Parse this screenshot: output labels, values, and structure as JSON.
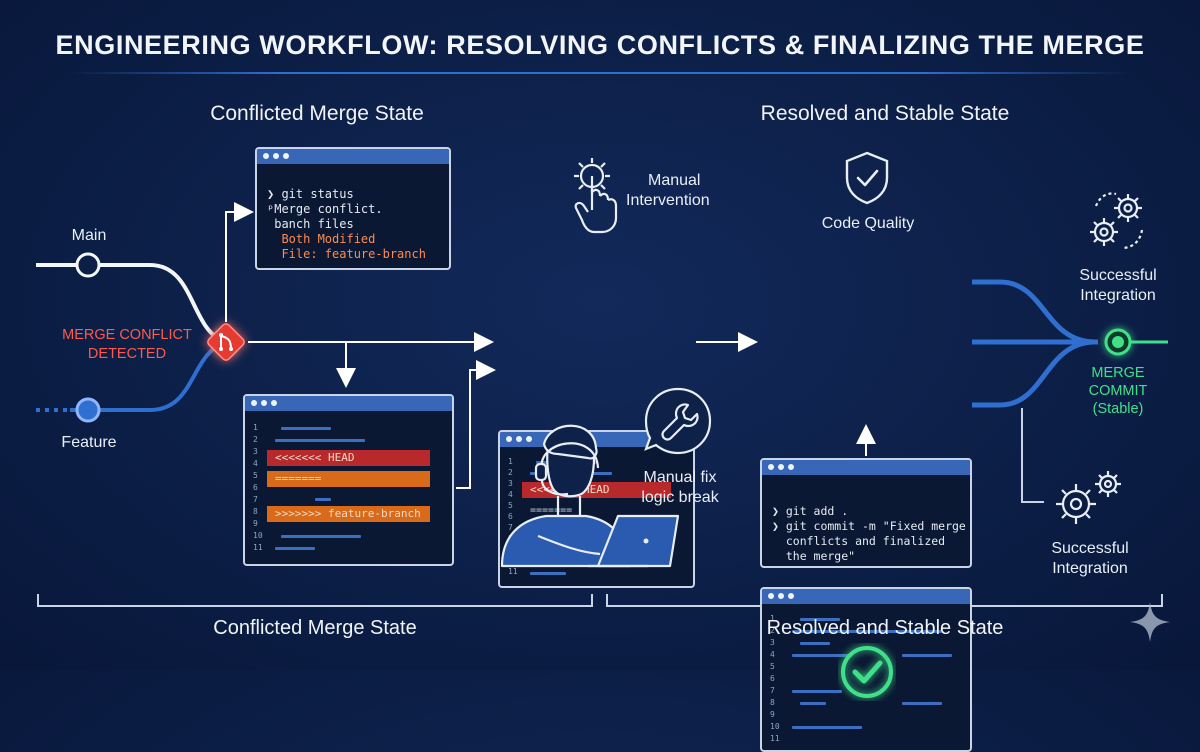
{
  "title": "ENGINEERING WORKFLOW: RESOLVING CONFLICTS & FINALIZING THE MERGE",
  "sections": {
    "left_heading": "Conflicted Merge State",
    "right_heading": "Resolved and Stable State",
    "left_footer": "Conflicted Merge State",
    "right_footer": "Resolved and Stable State"
  },
  "branches": {
    "main": "Main",
    "feature": "Feature",
    "conflict_line1": "MERGE CONFLICT",
    "conflict_line2": "DETECTED"
  },
  "status_terminal": {
    "line1": "❯ git status",
    "line2": "ᵖMerge conflict.",
    "line3": " banch files",
    "line4": "  Both Modified",
    "line5": "  File: feature-branch"
  },
  "conflict_markers": {
    "head": "<<<<<<< HEAD",
    "separator": "=======",
    "feature": ">>>>>>> feature-branch"
  },
  "line_numbers": [
    "1",
    "2",
    "3",
    "4",
    "5",
    "6",
    "7",
    "8",
    "9",
    "10",
    "11"
  ],
  "labels": {
    "manual_line1": "Manual",
    "manual_line2": "Intervention",
    "fix_line1": "Manual fix",
    "fix_line2": "logic break",
    "code_quality": "Code Quality",
    "success_top_line1": "Successful",
    "success_top_line2": "Integration",
    "success_bottom_line1": "Successful",
    "success_bottom_line2": "Integration",
    "merge_line1": "MERGE",
    "merge_line2": "COMMIT",
    "merge_line3": "(Stable)"
  },
  "commit_terminal": {
    "line1": "❯ git add .",
    "line2": "❯ git commit -m \"Fixed merge",
    "line3": "  conflicts and finalized",
    "line4": "  the merge\""
  },
  "colors": {
    "background": "#0c1f47",
    "main_branch": "#ffffff",
    "feature_branch": "#2f6fd0",
    "conflict": "#ff4a3d",
    "success": "#3fe08a"
  }
}
